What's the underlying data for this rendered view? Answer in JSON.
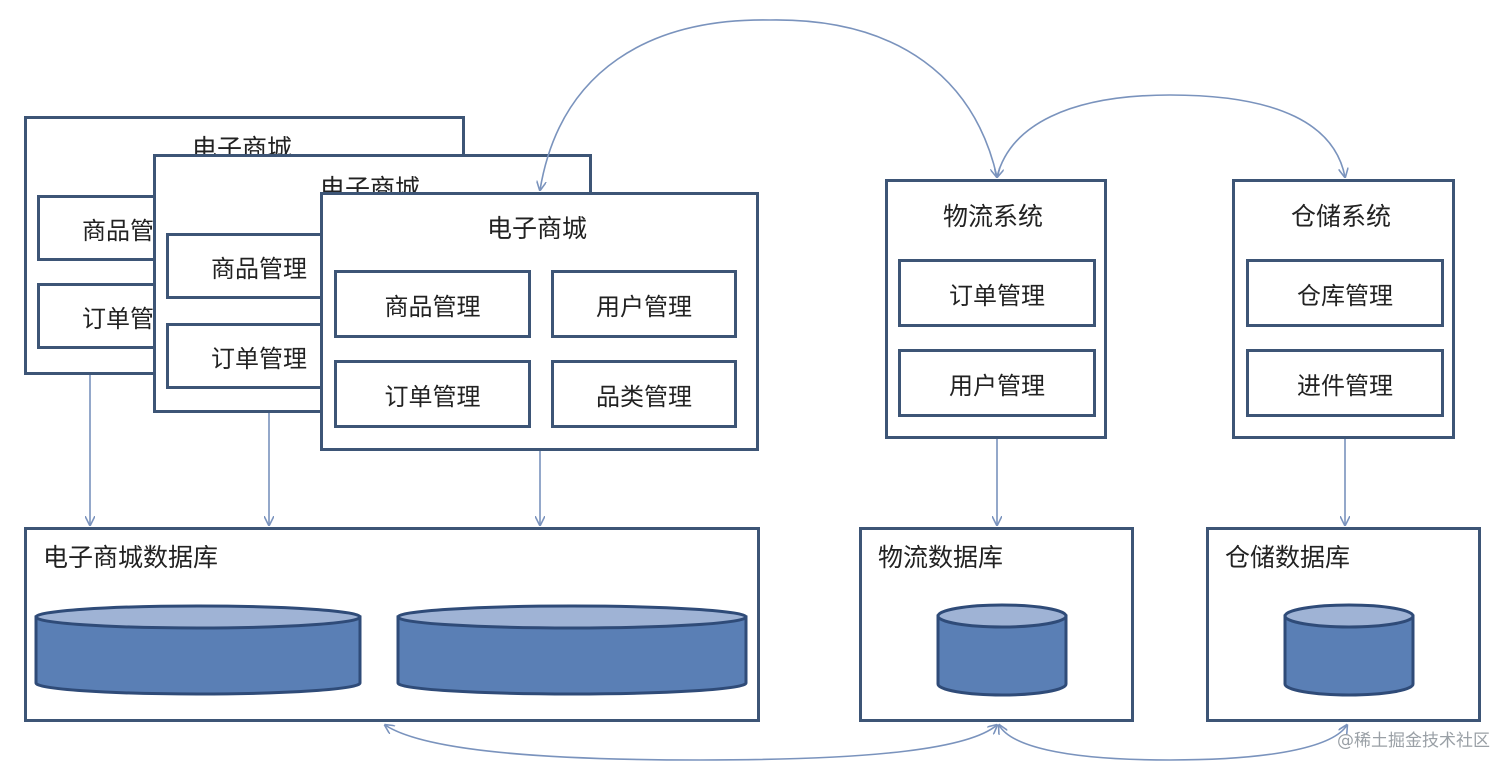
{
  "ecommerce_systems": [
    {
      "title": "电子商城",
      "modules": [
        "商品管",
        "订单管"
      ]
    },
    {
      "title": "电子商城",
      "modules": [
        "商品管理",
        "订单管理"
      ]
    },
    {
      "title": "电子商城",
      "modules": [
        "商品管理",
        "用户管理",
        "订单管理",
        "品类管理"
      ]
    }
  ],
  "logistics_system": {
    "title": "物流系统",
    "modules": [
      "订单管理",
      "用户管理"
    ]
  },
  "warehouse_system": {
    "title": "仓储系统",
    "modules": [
      "仓库管理",
      "进件管理"
    ]
  },
  "databases": {
    "ecommerce": "电子商城数据库",
    "logistics": "物流数据库",
    "warehouse": "仓储数据库"
  },
  "watermark": "@稀土掘金技术社区",
  "colors": {
    "border": "#3d5576",
    "arrow": "#7a93bd",
    "cylinder_body": "#5a7fb5",
    "cylinder_top": "#9fb3d5",
    "cylinder_edge": "#2f4b78"
  }
}
